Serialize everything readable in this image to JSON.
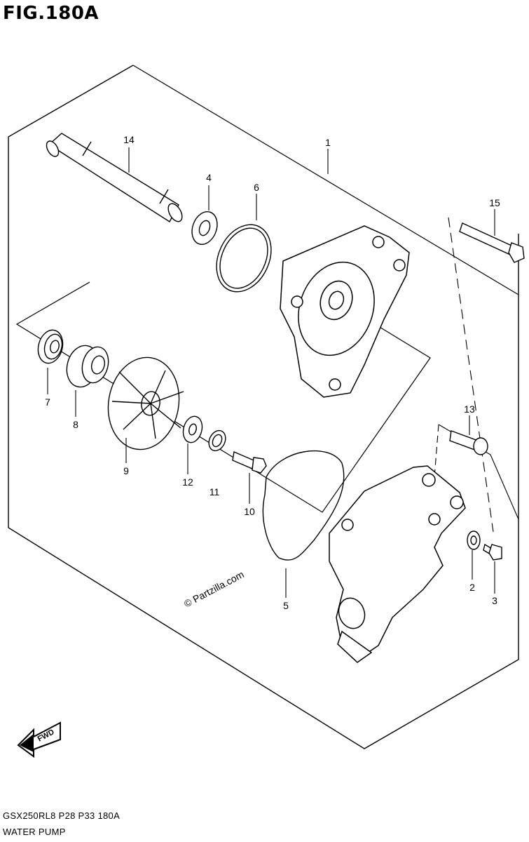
{
  "figure": {
    "title": "FIG.180A"
  },
  "watermark": "© Partzilla.com",
  "fwd_label": "FWD",
  "callouts": [
    {
      "id": "c1",
      "label": "1"
    },
    {
      "id": "c2",
      "label": "2"
    },
    {
      "id": "c3",
      "label": "3"
    },
    {
      "id": "c4",
      "label": "4"
    },
    {
      "id": "c5",
      "label": "5"
    },
    {
      "id": "c6",
      "label": "6"
    },
    {
      "id": "c7",
      "label": "7"
    },
    {
      "id": "c8",
      "label": "8"
    },
    {
      "id": "c9",
      "label": "9"
    },
    {
      "id": "c10",
      "label": "10"
    },
    {
      "id": "c11",
      "label": "11"
    },
    {
      "id": "c12",
      "label": "12"
    },
    {
      "id": "c13",
      "label": "13"
    },
    {
      "id": "c14",
      "label": "14"
    },
    {
      "id": "c15",
      "label": "15"
    }
  ],
  "footer": {
    "code": "GSX250RL8  P28  P33  180A",
    "name": "WATER PUMP"
  }
}
